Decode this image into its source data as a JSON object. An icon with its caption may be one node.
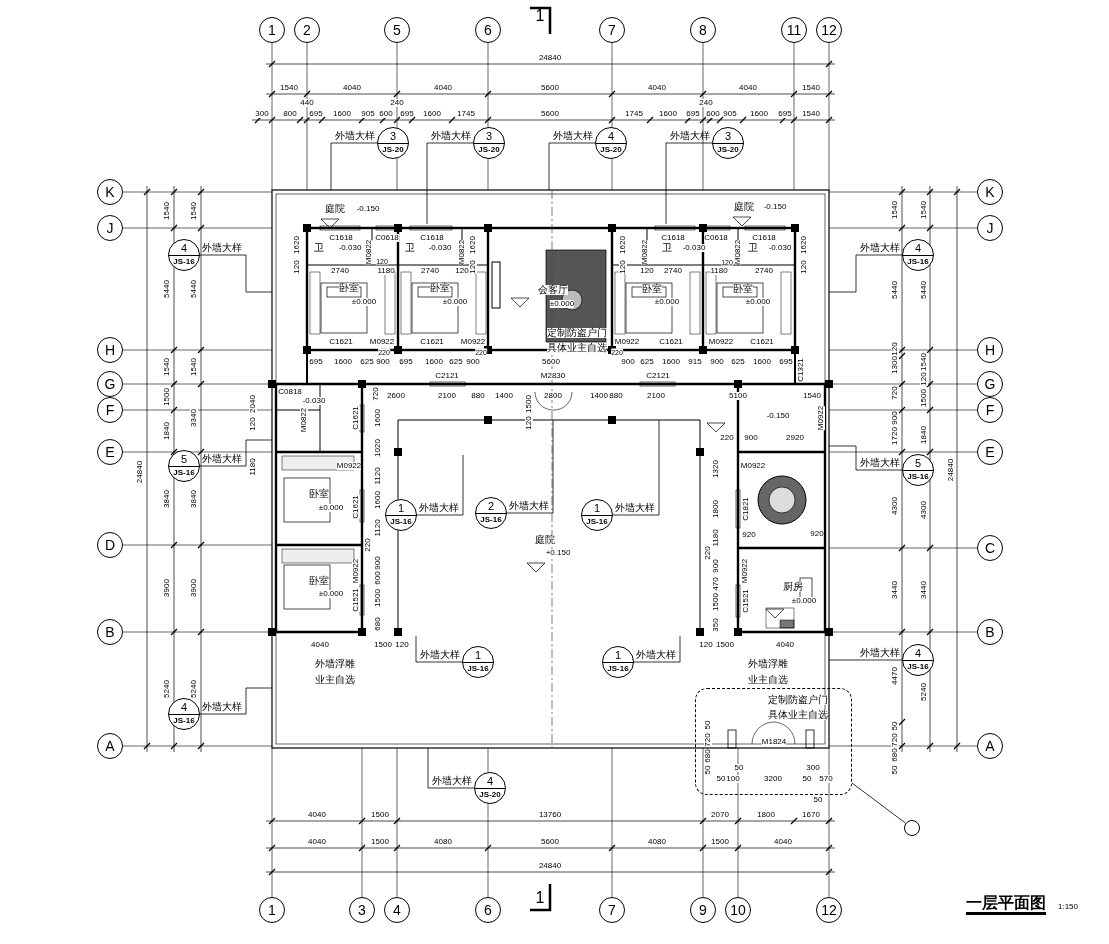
{
  "diagram": {
    "title": "一层平面图",
    "nodes": [
      {
        "text": [
          "1"
        ]
      },
      {
        "text": [
          "2"
        ]
      },
      {
        "text": [
          "5"
        ]
      },
      {
        "text": [
          "6"
        ]
      },
      {
        "text": [
          "7"
        ]
      },
      {
        "text": [
          "8"
        ]
      },
      {
        "text": [
          "11"
        ]
      },
      {
        "text": [
          "12"
        ]
      },
      {
        "text": [
          "1"
        ]
      },
      {
        "text": [
          "3"
        ]
      },
      {
        "text": [
          "4"
        ]
      },
      {
        "text": [
          "6"
        ]
      },
      {
        "text": [
          "7"
        ]
      },
      {
        "text": [
          "9"
        ]
      },
      {
        "text": [
          "10"
        ]
      },
      {
        "text": [
          "12"
        ]
      },
      {
        "text": [
          "K"
        ]
      },
      {
        "text": [
          "J"
        ]
      },
      {
        "text": [
          "H"
        ]
      },
      {
        "text": [
          "G"
        ]
      },
      {
        "text": [
          "F"
        ]
      },
      {
        "text": [
          "E"
        ]
      },
      {
        "text": [
          "D"
        ]
      },
      {
        "text": [
          "B"
        ]
      },
      {
        "text": [
          "A"
        ]
      },
      {
        "text": [
          "K"
        ]
      },
      {
        "text": [
          "J"
        ]
      },
      {
        "text": [
          "H"
        ]
      },
      {
        "text": [
          "G"
        ]
      },
      {
        "text": [
          "F"
        ]
      },
      {
        "text": [
          "E"
        ]
      },
      {
        "text": [
          "C"
        ]
      },
      {
        "text": [
          "B"
        ]
      },
      {
        "text": [
          "A"
        ]
      },
      {
        "text": [
          "3",
          "JS-20"
        ],
        "beside": [
          "外墙大样"
        ]
      },
      {
        "text": [
          "3",
          "JS-20"
        ],
        "beside": [
          "外墙大样"
        ]
      },
      {
        "text": [
          "4",
          "JS-20"
        ],
        "beside": [
          "外墙大样"
        ]
      },
      {
        "text": [
          "3",
          "JS-20"
        ],
        "beside": [
          "外墙大样"
        ]
      },
      {
        "text": [
          "4",
          "JS-16"
        ],
        "beside": [
          "外墙大样"
        ]
      },
      {
        "text": [
          "5",
          "JS-16"
        ],
        "beside": [
          "外墙大样"
        ]
      },
      {
        "text": [
          "4",
          "JS-16"
        ],
        "beside": [
          "外墙大样"
        ]
      },
      {
        "text": [
          "4",
          "JS-16"
        ],
        "beside": [
          "外墙大样"
        ]
      },
      {
        "text": [
          "5",
          "JS-16"
        ],
        "beside": [
          "外墙大样"
        ]
      },
      {
        "text": [
          "4",
          "JS-16"
        ],
        "beside": [
          "外墙大样"
        ]
      },
      {
        "text": [
          "1",
          "JS-16"
        ],
        "beside": [
          "外墙大样"
        ]
      },
      {
        "text": [
          "2",
          "JS-16"
        ],
        "beside": [
          "外墙大样"
        ]
      },
      {
        "text": [
          "1",
          "JS-16"
        ],
        "beside": [
          "外墙大样"
        ]
      },
      {
        "text": [
          "1",
          "JS-16"
        ],
        "beside": [
          "外墙大样"
        ]
      },
      {
        "text": [
          "1",
          "JS-16"
        ],
        "beside": [
          "外墙大样"
        ]
      },
      {
        "text": [
          "4",
          "JS-20"
        ],
        "beside": [
          "外墙大样"
        ]
      },
      {
        "text": [
          "定制防盗户门",
          "具体业主自选",
          "M1824"
        ]
      },
      {
        "text": [],
        "shape": "circle"
      }
    ],
    "edges": [
      {
        "from": 34,
        "to": null,
        "arrow": "none"
      },
      {
        "from": 35,
        "to": null,
        "arrow": "none"
      },
      {
        "from": 36,
        "to": null,
        "arrow": "none"
      },
      {
        "from": 37,
        "to": null,
        "arrow": "none"
      },
      {
        "from": 38,
        "to": null,
        "arrow": "none"
      },
      {
        "from": 39,
        "to": null,
        "arrow": "none"
      },
      {
        "from": 40,
        "to": null,
        "arrow": "none"
      },
      {
        "from": 41,
        "to": null,
        "arrow": "none"
      },
      {
        "from": 42,
        "to": null,
        "arrow": "none"
      },
      {
        "from": 43,
        "to": null,
        "arrow": "none"
      },
      {
        "from": 44,
        "to": null,
        "arrow": "none"
      },
      {
        "from": 45,
        "to": null,
        "arrow": "none"
      },
      {
        "from": 46,
        "to": null,
        "arrow": "none"
      },
      {
        "from": 47,
        "to": null,
        "arrow": "none"
      },
      {
        "from": 48,
        "to": null,
        "arrow": "none"
      },
      {
        "from": 49,
        "to": null,
        "arrow": "none"
      },
      {
        "from": 51,
        "to": 50,
        "arrow": "none"
      }
    ],
    "labels": [
      "1",
      "24840",
      "1540",
      "4040",
      "4040",
      "5600",
      "4040",
      "4040",
      "1540",
      "300",
      "800",
      "440",
      "695",
      "1600",
      "905",
      "600",
      "240",
      "695",
      "1600",
      "1745",
      "5600",
      "1745",
      "1600",
      "695",
      "240",
      "600",
      "905",
      "1600",
      "695",
      "1540",
      "庭院",
      "-0.150",
      "庭院",
      "-0.150",
      "1620",
      "120",
      "C1618",
      "C0618",
      "M0822",
      "C1618",
      "M0822",
      "卫",
      "-0.030",
      "卫",
      "-0.030",
      "1620",
      "120",
      "120",
      "2740",
      "1180",
      "2740",
      "120",
      "卧室",
      "±0.000",
      "卧室",
      "±0.000",
      "会客厅",
      "±0.000",
      "定制防盗户门",
      "具体业主自选",
      "C1621",
      "M0922",
      "C1621",
      "M0922",
      "220",
      "220",
      "695",
      "1600",
      "625",
      "900",
      "695",
      "1600",
      "625",
      "900",
      "5600",
      "900",
      "625",
      "1600",
      "915",
      "900",
      "625",
      "1600",
      "695",
      "1620",
      "120",
      "M0822",
      "C1618",
      "C0618",
      "M0822",
      "C1618",
      "卫",
      "-0.030",
      "卫",
      "-0.030",
      "1620",
      "120",
      "120",
      "2740",
      "1180",
      "120",
      "2740",
      "卧室",
      "±0.000",
      "卧室",
      "±0.000",
      "M0922",
      "C1621",
      "M0922",
      "C1621",
      "220",
      "C1321",
      "C2121",
      "M2830",
      "C2121",
      "720",
      "2600",
      "2100",
      "880",
      "1400",
      "1500",
      "120",
      "2800",
      "1400",
      "880",
      "2100",
      "5100",
      "1540",
      "C0818",
      "-0.030",
      "M0822",
      "2040",
      "120",
      "1180",
      "M0922",
      "C1621",
      "1600",
      "1020",
      "1120",
      "C1621",
      "1600",
      "1120",
      "220",
      "900",
      "600",
      "1500",
      "680",
      "M0922",
      "C1521",
      "卧室",
      "±0.000",
      "卧室",
      "±0.000",
      "-0.150",
      "220",
      "900",
      "2920",
      "M0922",
      "M0922",
      "1320",
      "1800",
      "C1821",
      "1180",
      "920",
      "920",
      "220",
      "M0922",
      "900",
      "470",
      "1500",
      "350",
      "C1521",
      "厨房",
      "±0.000",
      "庭院",
      "+0.150",
      "4040",
      "1500",
      "120",
      "120",
      "1500",
      "4040",
      "外墙浮雕",
      "业主自选",
      "外墙浮雕",
      "业主自选",
      "50",
      "720",
      "680",
      "50",
      "50",
      "50",
      "100",
      "3200",
      "300",
      "50",
      "570",
      "50",
      "4040",
      "1500",
      "13760",
      "2070",
      "1800",
      "1670",
      "4040",
      "1500",
      "4080",
      "5600",
      "4080",
      "1500",
      "4040",
      "24840",
      "1",
      "1540",
      "5440",
      "1540",
      "1500",
      "1840",
      "3840",
      "3900",
      "5240",
      "1540",
      "5440",
      "1540",
      "3340",
      "3840",
      "3900",
      "5240",
      "24840",
      "1540",
      "5440",
      "120",
      "1300",
      "720",
      "900",
      "1720",
      "4300",
      "3440",
      "4470",
      "50",
      "720",
      "680",
      "50",
      "1540",
      "5440",
      "1540",
      "120",
      "1500",
      "1840",
      "4300",
      "3440",
      "5240",
      "24840",
      "1:150"
    ]
  }
}
